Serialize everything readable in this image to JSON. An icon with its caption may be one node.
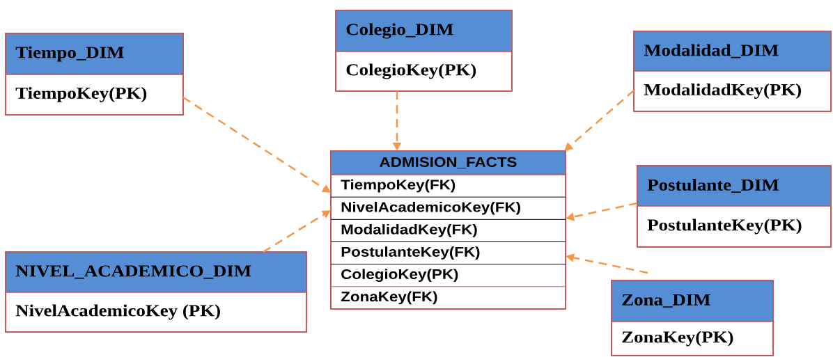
{
  "diagram": {
    "nodes": [
      {
        "text": [
          "Colegio_DIM",
          "ColegioKey(PK)"
        ]
      },
      {
        "text": [
          "Tiempo_DIM",
          "TiempoKey(PK)"
        ]
      },
      {
        "text": [
          "Modalidad_DIM",
          "ModalidadKey(PK)"
        ]
      },
      {
        "text": [
          "ADMISION_FACTS",
          "TiempoKey(FK)",
          "NivelAcademicoKey(FK)",
          "ModalidadKey(FK)",
          "PostulanteKey(FK)",
          "ColegioKey(PK)",
          "ZonaKey(FK)"
        ]
      },
      {
        "text": [
          "Postulante_DIM",
          "PostulanteKey(PK)"
        ]
      },
      {
        "text": [
          "NIVEL_ACADEMICO_DIM",
          "NivelAcademicoKey (PK)"
        ]
      },
      {
        "text": [
          "Zona_DIM",
          "ZonaKey(PK)"
        ]
      }
    ],
    "edges": [
      {
        "from": 0,
        "to": 3,
        "arrow": "to",
        "style": "dashed"
      },
      {
        "from": 1,
        "to": 3,
        "arrow": "to",
        "style": "dashed"
      },
      {
        "from": 2,
        "to": 3,
        "arrow": "to",
        "style": "dashed"
      },
      {
        "from": 4,
        "to": 3,
        "arrow": "to",
        "style": "dashed"
      },
      {
        "from": 5,
        "to": 3,
        "arrow": "to",
        "style": "dashed"
      },
      {
        "from": 6,
        "to": 3,
        "arrow": "to",
        "style": "dashed"
      }
    ]
  }
}
